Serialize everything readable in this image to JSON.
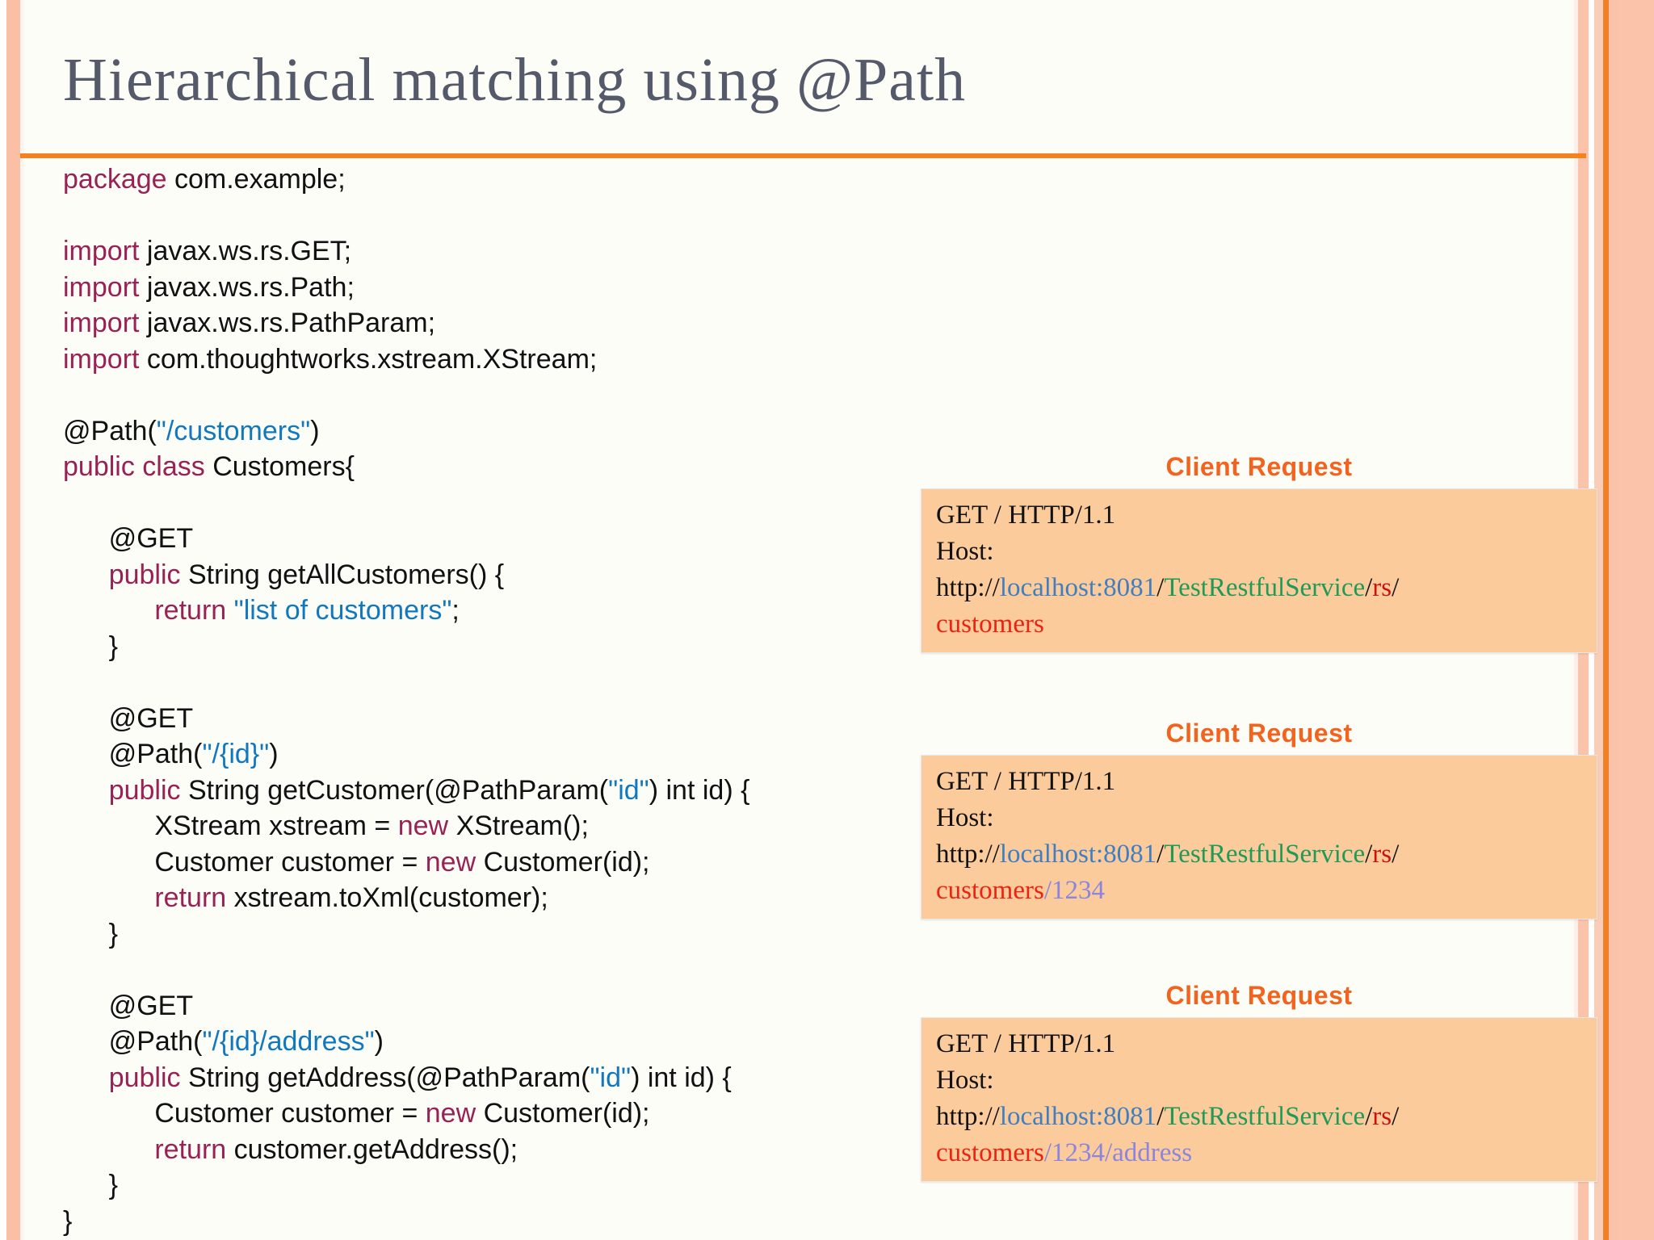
{
  "slide": {
    "title": "Hierarchical matching using @Path",
    "accent_color": "#f58220",
    "title_color": "#555a6b",
    "background": "#fdfdf8"
  },
  "code": {
    "language": "java",
    "keyword_color": "#992255",
    "string_color": "#1278be",
    "text_color": "#111111",
    "lines": [
      [
        {
          "t": "package ",
          "c": "kw"
        },
        {
          "t": "com.example;",
          "c": "pl"
        }
      ],
      [],
      [
        {
          "t": "import ",
          "c": "kw"
        },
        {
          "t": "javax.ws.rs.GET;",
          "c": "pl"
        }
      ],
      [
        {
          "t": "import ",
          "c": "kw"
        },
        {
          "t": "javax.ws.rs.Path;",
          "c": "pl"
        }
      ],
      [
        {
          "t": "import ",
          "c": "kw"
        },
        {
          "t": "javax.ws.rs.PathParam;",
          "c": "pl"
        }
      ],
      [
        {
          "t": "import ",
          "c": "kw"
        },
        {
          "t": "com.thoughtworks.xstream.XStream;",
          "c": "pl"
        }
      ],
      [],
      [
        {
          "t": "@Path(",
          "c": "pl"
        },
        {
          "t": "\"/customers\"",
          "c": "str"
        },
        {
          "t": ")",
          "c": "pl"
        }
      ],
      [
        {
          "t": "public class ",
          "c": "kw"
        },
        {
          "t": "Customers{",
          "c": "pl"
        }
      ],
      [],
      [
        {
          "t": "      @GET",
          "c": "pl"
        }
      ],
      [
        {
          "t": "      ",
          "c": "pl"
        },
        {
          "t": "public ",
          "c": "kw"
        },
        {
          "t": "String getAllCustomers() {",
          "c": "pl"
        }
      ],
      [
        {
          "t": "            ",
          "c": "pl"
        },
        {
          "t": "return ",
          "c": "kw"
        },
        {
          "t": "\"list of customers\"",
          "c": "str"
        },
        {
          "t": ";",
          "c": "pl"
        }
      ],
      [
        {
          "t": "      }",
          "c": "pl"
        }
      ],
      [],
      [
        {
          "t": "      @GET",
          "c": "pl"
        }
      ],
      [
        {
          "t": "      @Path(",
          "c": "pl"
        },
        {
          "t": "\"/{id}\"",
          "c": "str"
        },
        {
          "t": ")",
          "c": "pl"
        }
      ],
      [
        {
          "t": "      ",
          "c": "pl"
        },
        {
          "t": "public ",
          "c": "kw"
        },
        {
          "t": "String getCustomer(@PathParam(",
          "c": "pl"
        },
        {
          "t": "\"id\"",
          "c": "str"
        },
        {
          "t": ") int id) {",
          "c": "pl"
        }
      ],
      [
        {
          "t": "            XStream xstream = ",
          "c": "pl"
        },
        {
          "t": "new ",
          "c": "kw"
        },
        {
          "t": "XStream();",
          "c": "pl"
        }
      ],
      [
        {
          "t": "            Customer customer = ",
          "c": "pl"
        },
        {
          "t": "new ",
          "c": "kw"
        },
        {
          "t": "Customer(id);",
          "c": "pl"
        }
      ],
      [
        {
          "t": "            ",
          "c": "pl"
        },
        {
          "t": "return ",
          "c": "kw"
        },
        {
          "t": "xstream.toXml(customer);",
          "c": "pl"
        }
      ],
      [
        {
          "t": "      }",
          "c": "pl"
        }
      ],
      [],
      [
        {
          "t": "      @GET",
          "c": "pl"
        }
      ],
      [
        {
          "t": "      @Path(",
          "c": "pl"
        },
        {
          "t": "\"/{id}/address\"",
          "c": "str"
        },
        {
          "t": ")",
          "c": "pl"
        }
      ],
      [
        {
          "t": "      ",
          "c": "pl"
        },
        {
          "t": "public ",
          "c": "kw"
        },
        {
          "t": "String getAddress(@PathParam(",
          "c": "pl"
        },
        {
          "t": "\"id\"",
          "c": "str"
        },
        {
          "t": ") int id) {",
          "c": "pl"
        }
      ],
      [
        {
          "t": "            Customer customer = ",
          "c": "pl"
        },
        {
          "t": "new ",
          "c": "kw"
        },
        {
          "t": "Customer(id);",
          "c": "pl"
        }
      ],
      [
        {
          "t": "            ",
          "c": "pl"
        },
        {
          "t": "return ",
          "c": "kw"
        },
        {
          "t": "customer.getAddress();",
          "c": "pl"
        }
      ],
      [
        {
          "t": "      }",
          "c": "pl"
        }
      ],
      [
        {
          "t": "}",
          "c": "pl"
        }
      ]
    ]
  },
  "requests": [
    {
      "heading": "Client Request",
      "request_line": "GET / HTTP/1.1",
      "host_label": "Host:",
      "url_parts": [
        {
          "t": "http://",
          "c": "u-scheme"
        },
        {
          "t": "localhost:8081",
          "c": "u-host"
        },
        {
          "t": "/",
          "c": "u-sep"
        },
        {
          "t": "TestRestfulService",
          "c": "u-app"
        },
        {
          "t": "/",
          "c": "u-sep"
        },
        {
          "t": "rs",
          "c": "u-rs"
        },
        {
          "t": "/",
          "c": "u-sep"
        }
      ],
      "url_tail": [
        {
          "t": "customers",
          "c": "u-res"
        }
      ]
    },
    {
      "heading": "Client Request",
      "request_line": "GET / HTTP/1.1",
      "host_label": "Host:",
      "url_parts": [
        {
          "t": "http://",
          "c": "u-scheme"
        },
        {
          "t": "localhost:8081",
          "c": "u-host"
        },
        {
          "t": "/",
          "c": "u-sep"
        },
        {
          "t": "TestRestfulService",
          "c": "u-app"
        },
        {
          "t": "/",
          "c": "u-sep"
        },
        {
          "t": "rs",
          "c": "u-rs"
        },
        {
          "t": "/",
          "c": "u-sep"
        }
      ],
      "url_tail": [
        {
          "t": "customers",
          "c": "u-res"
        },
        {
          "t": "/1234",
          "c": "u-id"
        }
      ]
    },
    {
      "heading": "Client Request",
      "request_line": "GET / HTTP/1.1",
      "host_label": "Host:",
      "url_parts": [
        {
          "t": "http://",
          "c": "u-scheme"
        },
        {
          "t": "localhost:8081",
          "c": "u-host"
        },
        {
          "t": "/",
          "c": "u-sep"
        },
        {
          "t": "TestRestfulService",
          "c": "u-app"
        },
        {
          "t": "/",
          "c": "u-sep"
        },
        {
          "t": "rs",
          "c": "u-rs"
        },
        {
          "t": "/",
          "c": "u-sep"
        }
      ],
      "url_tail": [
        {
          "t": "customers",
          "c": "u-res"
        },
        {
          "t": "/1234/address",
          "c": "u-id"
        }
      ]
    }
  ]
}
